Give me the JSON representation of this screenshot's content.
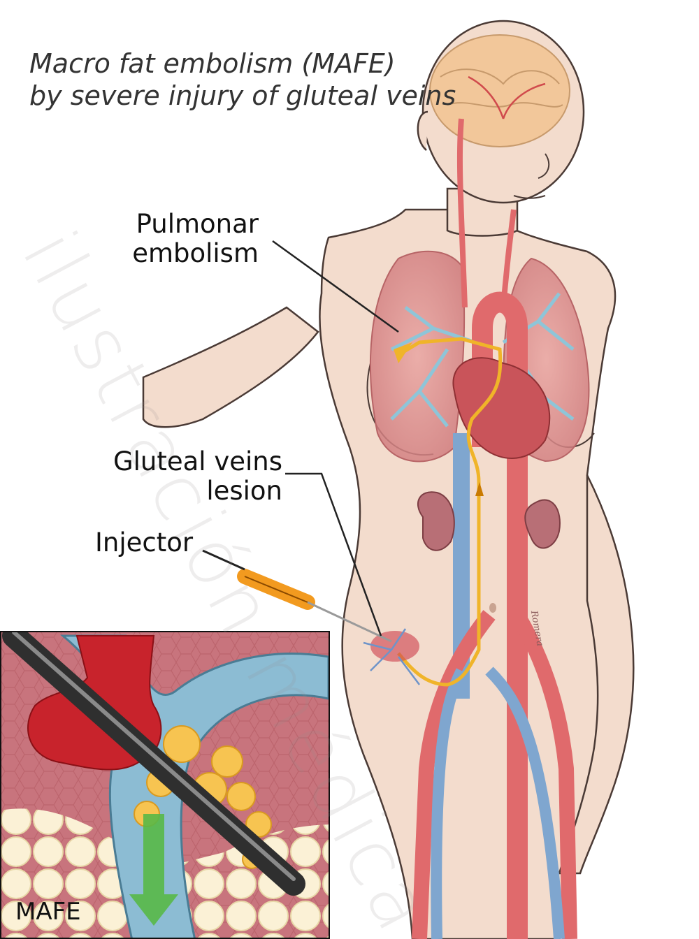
{
  "title": {
    "line1": "Macro fat embolism (MAFE)",
    "line2": "by severe injury of gluteal veins"
  },
  "labels": {
    "pulmonar_line1": "Pulmonar",
    "pulmonar_line2": "embolism",
    "gluteal_line1": "Gluteal veins",
    "gluteal_line2": "lesion",
    "injector": "Injector",
    "inset": "MAFE"
  },
  "signature": "Romera",
  "watermark": "ilustración médica",
  "colors": {
    "skin": "#f3dccd",
    "skin_outline": "#4a3a35",
    "artery": "#e06a6c",
    "vein": "#7fa6cf",
    "pulmonary_vessel": "#8ec5d8",
    "fat_path": "#f0b429",
    "lung": "#d98c8c",
    "heart": "#c9545a",
    "kidney": "#b86f76",
    "brain": "#f2c79a",
    "injector_barrel": "#f29a1f",
    "inset_tissue": "#c8747d",
    "inset_clot": "#c8232c",
    "inset_fat_globule": "#f7c451",
    "inset_arrow": "#58b847"
  }
}
